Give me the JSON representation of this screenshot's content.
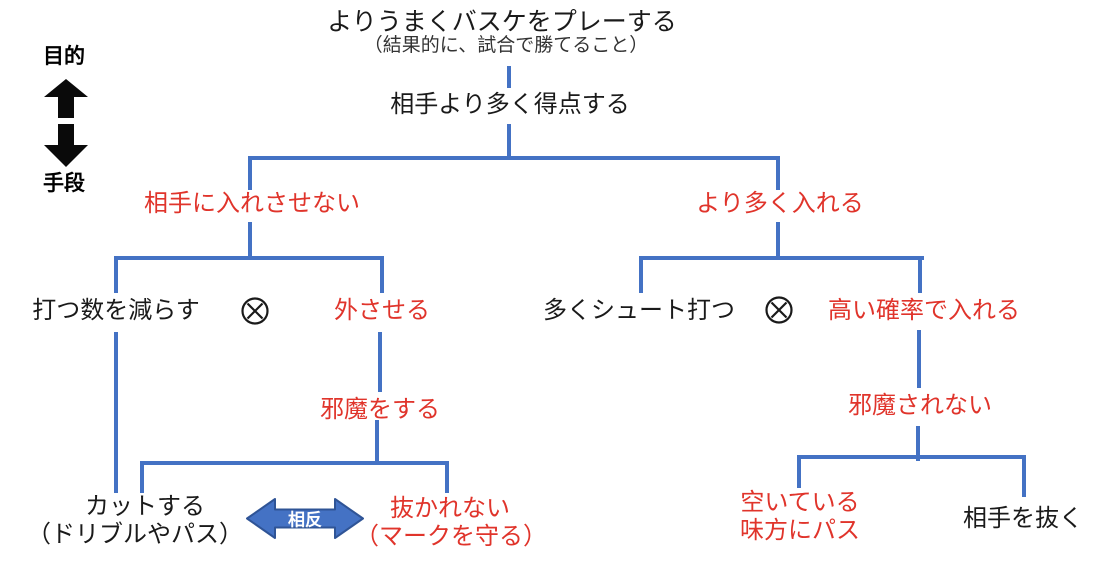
{
  "diagram": {
    "title": "よりうまくバスケをプレーする",
    "subtitle": "（結果的に、試合で勝てること）",
    "axis": {
      "top_label": "目的",
      "bottom_label": "手段"
    },
    "operator_symbol": "⊗",
    "tradeoff_label": "相反",
    "nodes": {
      "score_more": "相手より多く得点する",
      "prevent_score": "相手に入れさせない",
      "make_more": "より多く入れる",
      "reduce_shots": "打つ数を減らす",
      "make_miss": "外させる",
      "shoot_many": "多くシュート打つ",
      "high_probability": "高い確率で入れる",
      "interfere": "邪魔をする",
      "not_interfered": "邪魔されない",
      "cut": "カットする",
      "cut_sub": "（ドリブルやパス）",
      "dont_get_beaten": "抜かれない",
      "dont_get_beaten_sub": "（マークを守る）",
      "pass_open_line1": "空いている",
      "pass_open_line2": "味方にパス",
      "beat_opponent": "相手を抜く"
    },
    "colors": {
      "line_blue": "#4472C4",
      "arrow_border": "#2F5496",
      "red_text": "#e0342b",
      "black_text": "#1a1a1a"
    }
  }
}
